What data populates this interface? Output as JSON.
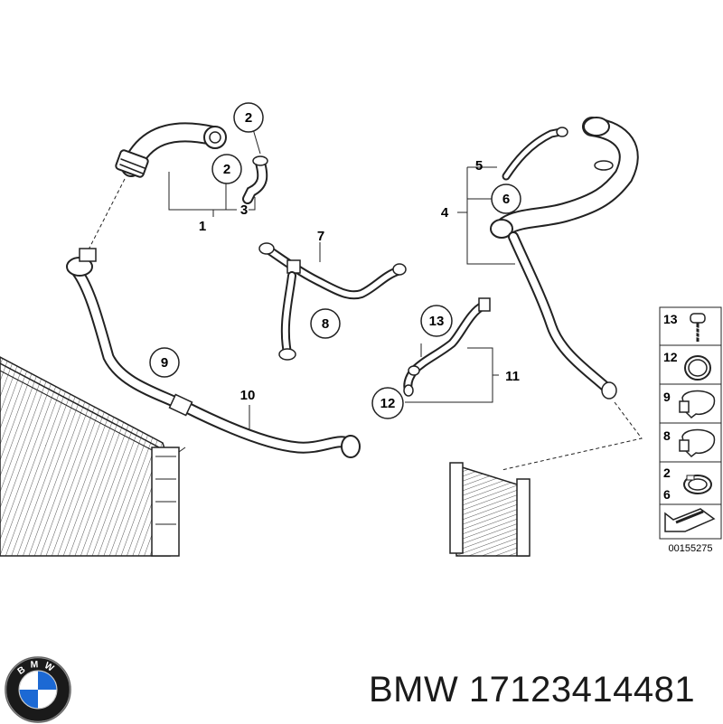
{
  "diagram": {
    "callouts": {
      "c1": "1",
      "c2a": "2",
      "c2b": "2",
      "c3": "3",
      "c4": "4",
      "c5": "5",
      "c6": "6",
      "c7": "7",
      "c8": "8",
      "c9": "9",
      "c10": "10",
      "c11": "11",
      "c12": "12",
      "c13": "13"
    },
    "legend": {
      "r13": "13",
      "r12": "12",
      "r9": "9",
      "r8": "8",
      "r2": "2",
      "r6": "6"
    },
    "reference_number": "00155275"
  },
  "brand": {
    "logo_letters": "BMW",
    "caption": "BMW 17123414481"
  },
  "colors": {
    "line": "#222222",
    "logo_blue": "#1c69d4",
    "logo_ring": "#111111"
  }
}
